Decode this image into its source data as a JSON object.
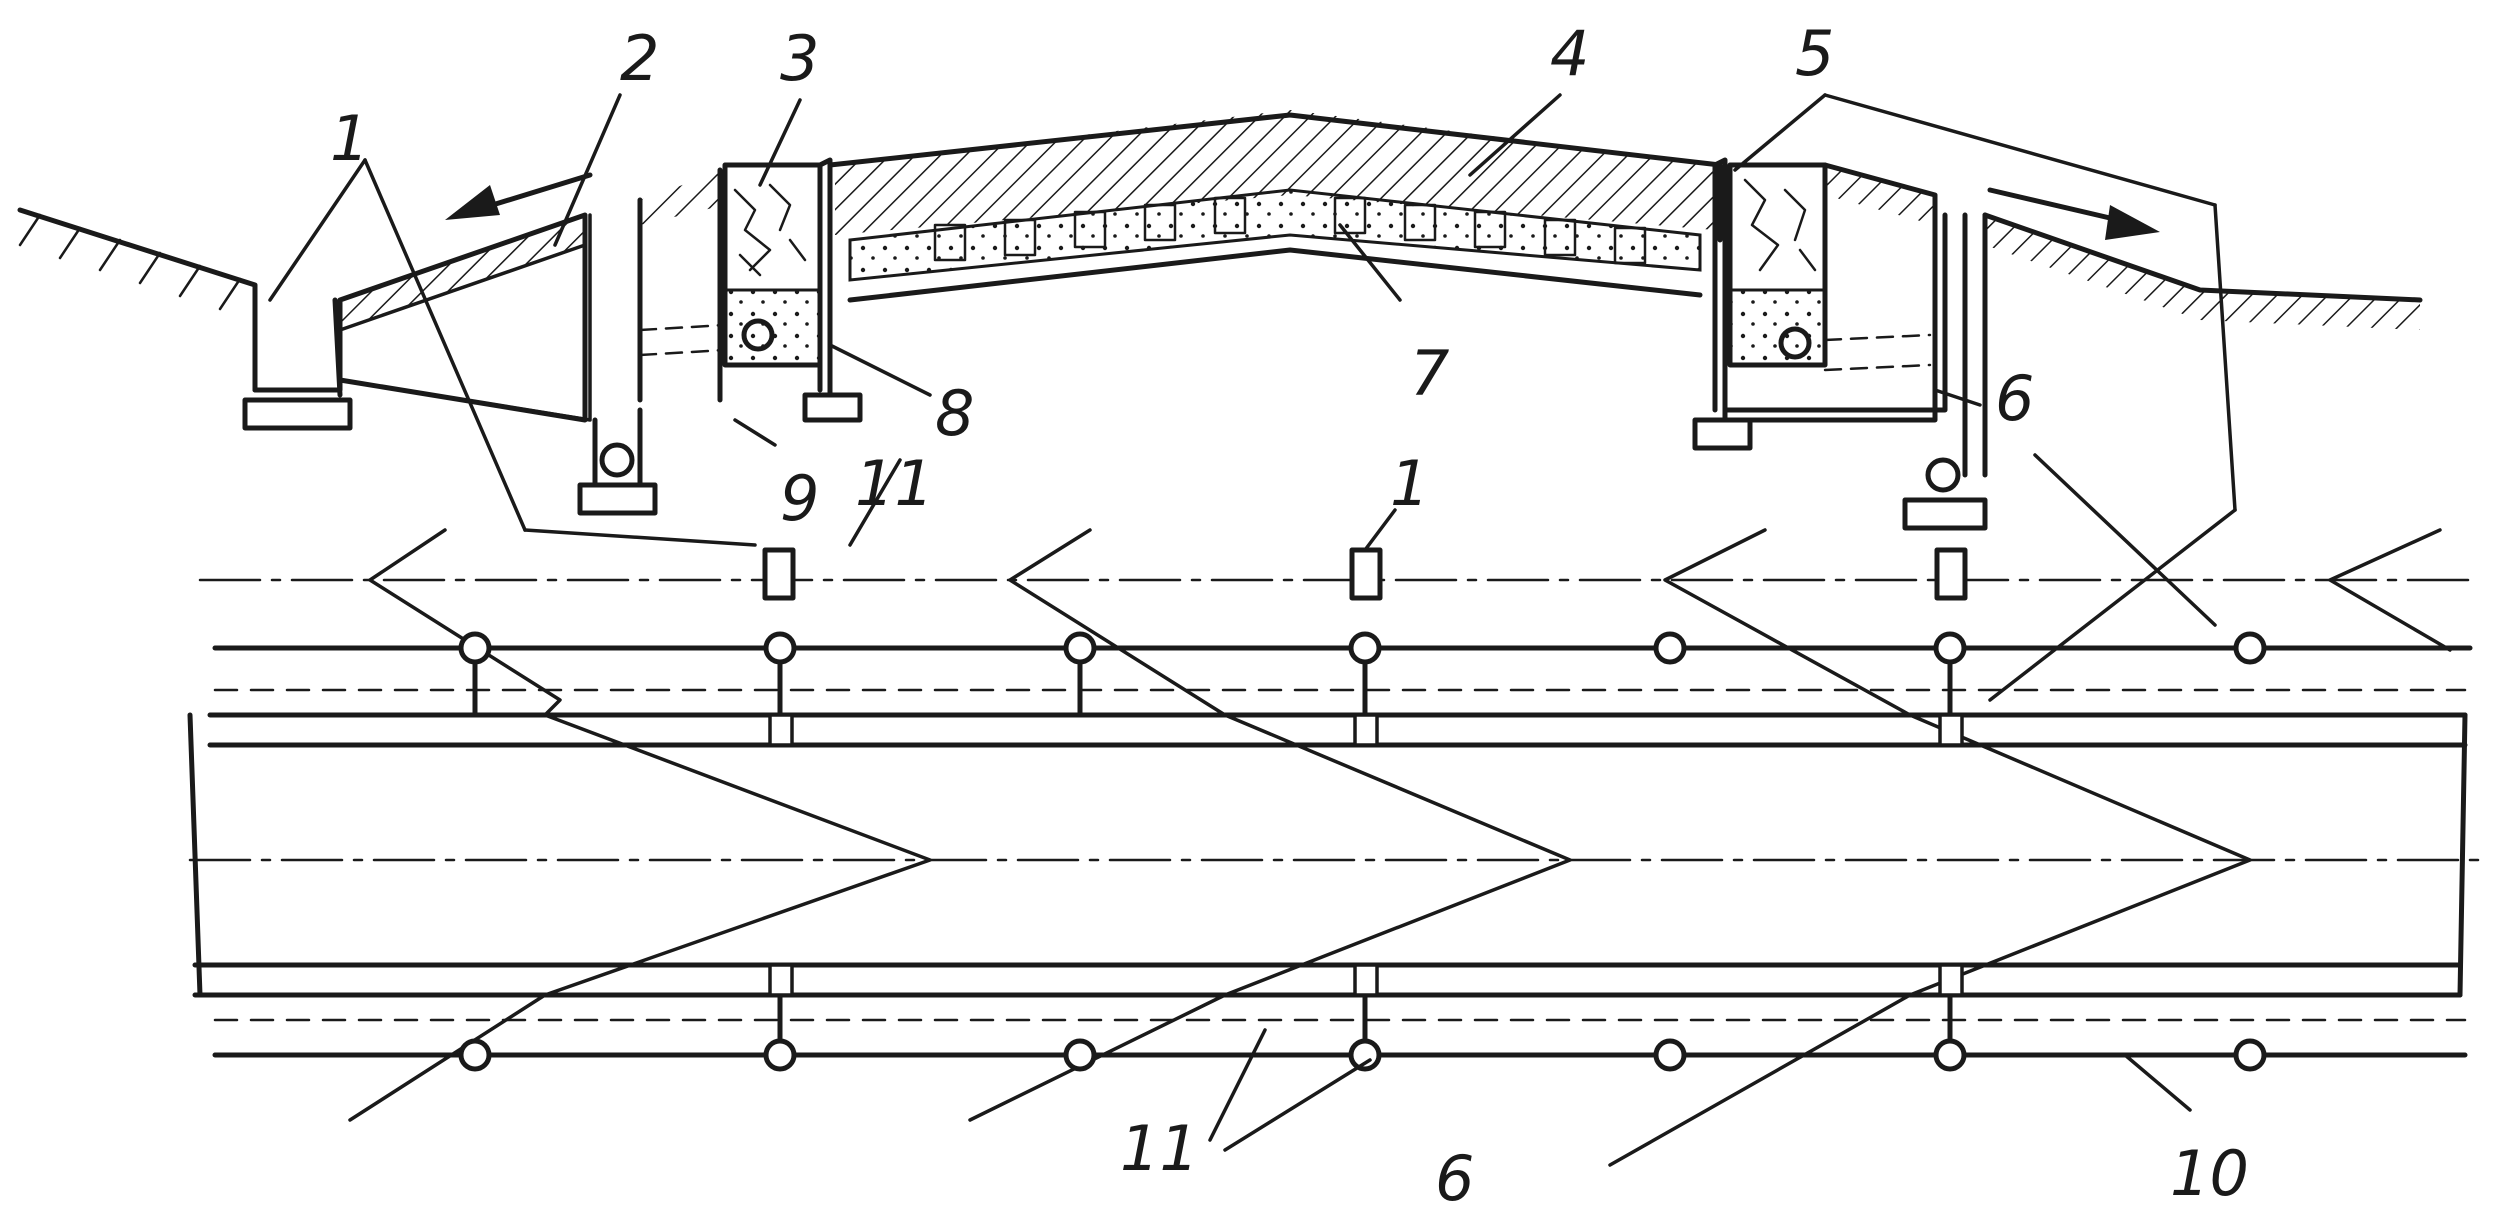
{
  "labels": {
    "l1_top": "1",
    "l2": "2",
    "l3": "3",
    "l4": "4",
    "l5": "5",
    "l6_top": "6",
    "l7": "7",
    "l8": "8",
    "l9": "9",
    "l11_top": "11",
    "l1_plan": "1",
    "l11_bottom": "11",
    "l6_bottom": "6",
    "l10": "10"
  }
}
